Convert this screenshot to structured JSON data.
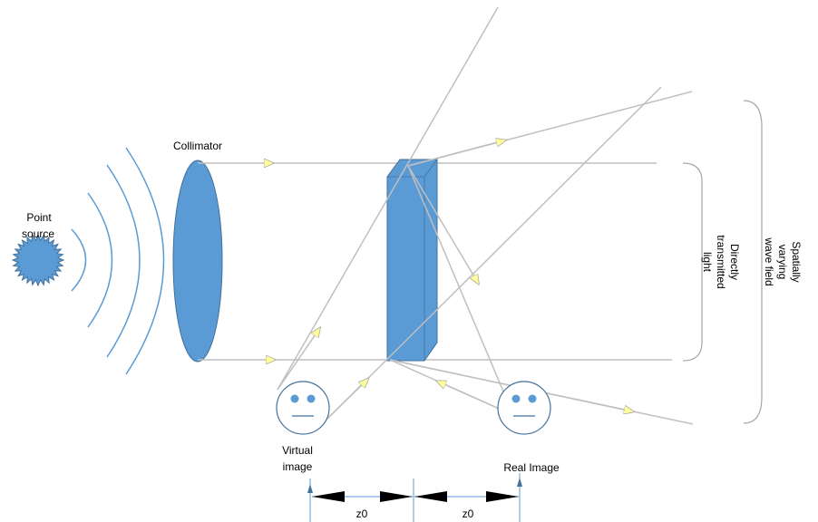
{
  "colors": {
    "blue": "#5b9bd5",
    "dark_blue": "#41719c",
    "ray": "#bfbfbf",
    "arrow_fill": "#ffff99",
    "bracket": "#a6a6a6",
    "marker_blue": "#5b9bd5",
    "black": "#000000"
  },
  "labels": {
    "point_source": [
      "Point",
      "source"
    ],
    "collimator": "Collimator",
    "directly_transmitted": [
      "Directly",
      "transmitted",
      "light"
    ],
    "spatially_varying": [
      "Spatially",
      "varying",
      "wave field"
    ],
    "virtual_image": [
      "Virtual",
      "image"
    ],
    "real_image": "Real Image",
    "z0_left": "z0",
    "z0_right": "z0"
  },
  "icons": {
    "face_left": "face-icon",
    "face_right": "face-icon",
    "source": "starburst-icon"
  }
}
